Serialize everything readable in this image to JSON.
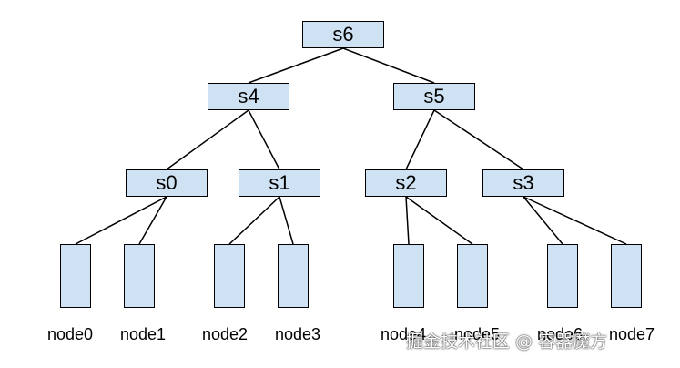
{
  "diagram": {
    "switches": {
      "s6": "s6",
      "s4": "s4",
      "s5": "s5",
      "s0": "s0",
      "s1": "s1",
      "s2": "s2",
      "s3": "s3"
    },
    "nodes": [
      "node0",
      "node1",
      "node2",
      "node3",
      "node4",
      "node5",
      "node6",
      "node7"
    ],
    "edges": [
      [
        "s6",
        "s4"
      ],
      [
        "s6",
        "s5"
      ],
      [
        "s4",
        "s0"
      ],
      [
        "s4",
        "s1"
      ],
      [
        "s5",
        "s2"
      ],
      [
        "s5",
        "s3"
      ],
      [
        "s0",
        "node0"
      ],
      [
        "s0",
        "node1"
      ],
      [
        "s1",
        "node2"
      ],
      [
        "s1",
        "node3"
      ],
      [
        "s2",
        "node4"
      ],
      [
        "s2",
        "node5"
      ],
      [
        "s3",
        "node6"
      ],
      [
        "s3",
        "node7"
      ]
    ],
    "colors": {
      "fill": "#cfe2f3",
      "stroke": "#000000"
    }
  },
  "watermark": {
    "text": "掘金技术社区 @ 容器魔方"
  }
}
